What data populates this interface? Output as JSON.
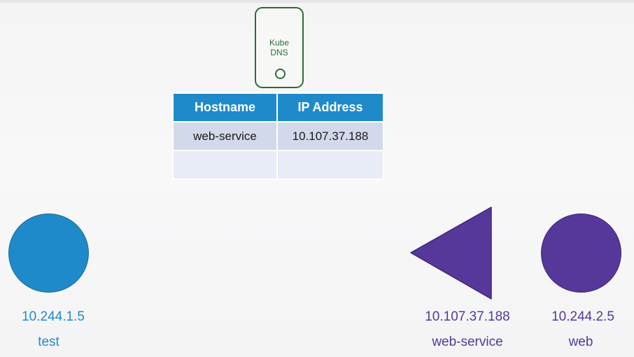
{
  "kube_dns": {
    "label_line1": "Kube",
    "label_line2": "DNS"
  },
  "dns_table": {
    "headers": [
      "Hostname",
      "IP Address"
    ],
    "rows": [
      [
        "web-service",
        "10.107.37.188"
      ],
      [
        "",
        ""
      ]
    ]
  },
  "nodes": {
    "test_pod": {
      "ip": "10.244.1.5",
      "name": "test",
      "color": "#1f8ac9",
      "shape": "circle"
    },
    "web_service": {
      "ip": "10.107.37.188",
      "name": "web-service",
      "color": "#55389a",
      "shape": "triangle"
    },
    "web_pod": {
      "ip": "10.244.2.5",
      "name": "web",
      "color": "#55389a",
      "shape": "circle"
    }
  },
  "colors": {
    "dns_green": "#2e6b35",
    "header_blue": "#1f8ac9",
    "row_shade": "#d2d9ea",
    "row_light": "#e8ecf7",
    "purple": "#55389a"
  }
}
